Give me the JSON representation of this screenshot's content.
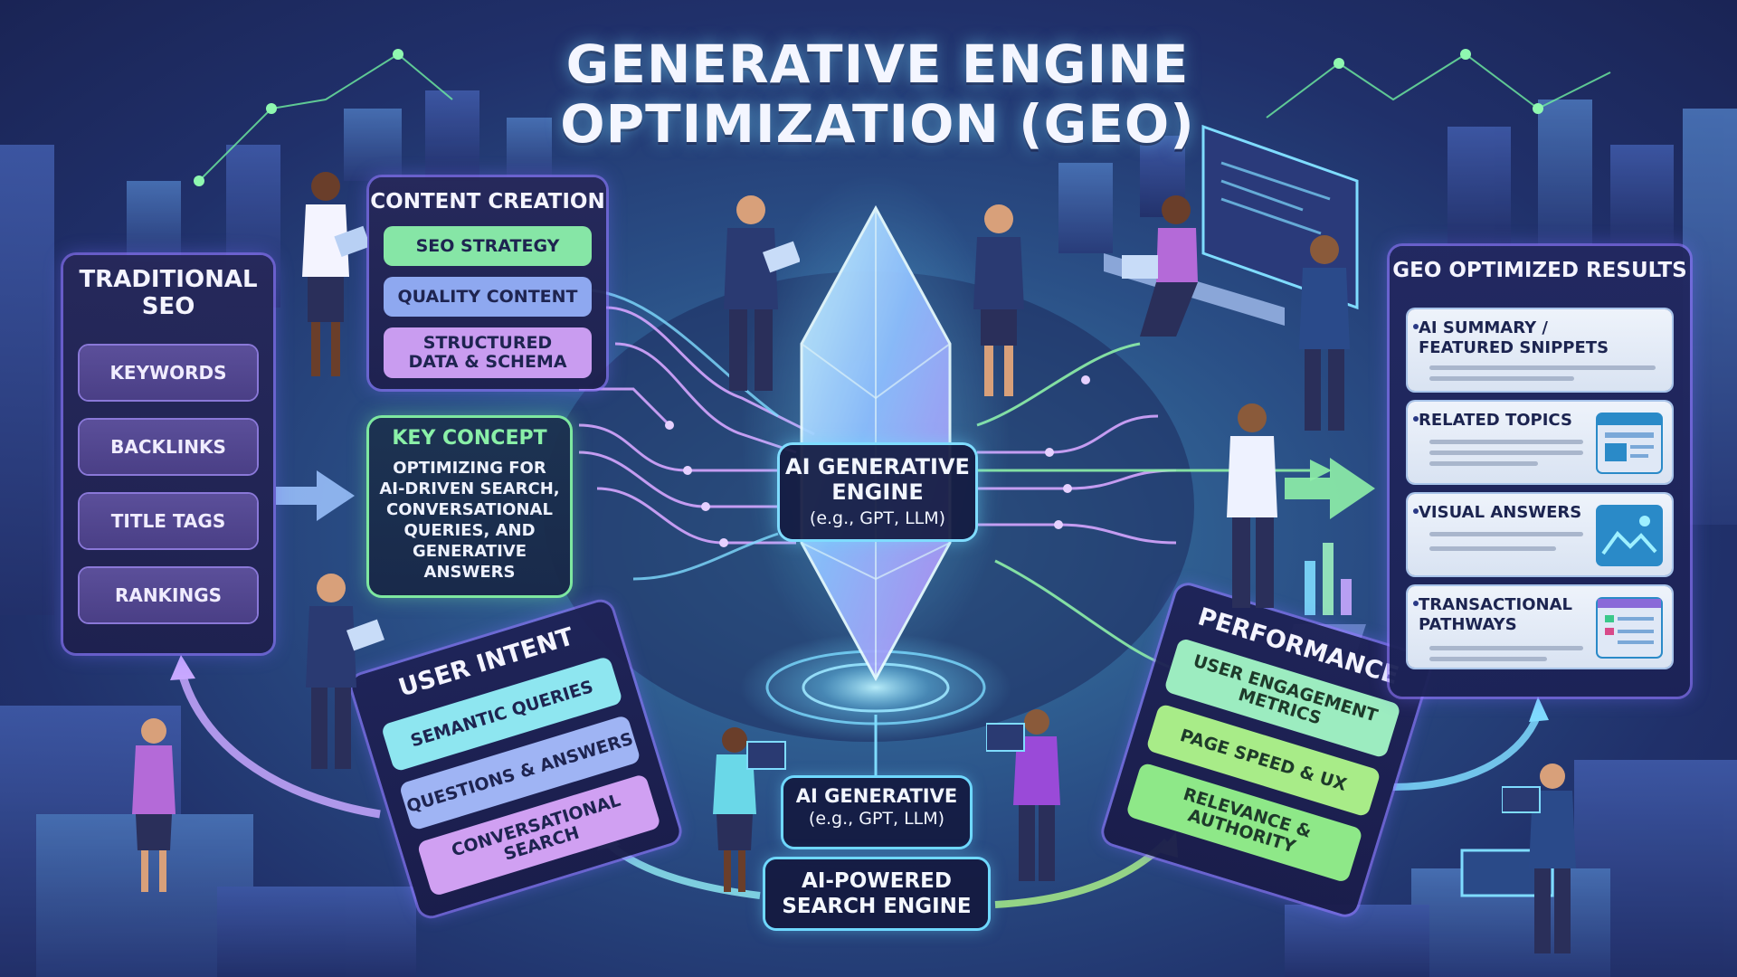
{
  "title": {
    "line1": "GENERATIVE ENGINE",
    "line2": "OPTIMIZATION (GEO)"
  },
  "traditional_seo": {
    "heading_line1": "TRADITIONAL",
    "heading_line2": "SEO",
    "items": [
      "KEYWORDS",
      "BACKLINKS",
      "TITLE TAGS",
      "RANKINGS"
    ]
  },
  "content_creation": {
    "heading": "CONTENT CREATION",
    "items": [
      {
        "label": "SEO STRATEGY",
        "color": "#86e6a6"
      },
      {
        "label": "QUALITY CONTENT",
        "color": "#8ea8f0"
      },
      {
        "label_line1": "STRUCTURED",
        "label_line2": "DATA & SCHEMA",
        "color": "#c99cf0"
      }
    ]
  },
  "key_concept": {
    "heading": "KEY CONCEPT",
    "lines": [
      "OPTIMIZING FOR",
      "AI-DRIVEN SEARCH,",
      "CONVERSATIONAL",
      "QUERIES, AND",
      "GENERATIVE",
      "ANSWERS"
    ]
  },
  "ai_engine": {
    "line1": "AI GENERATIVE",
    "line2": "ENGINE",
    "sub": "(e.g., GPT, LLM)"
  },
  "ai_generative_box": {
    "line1": "AI GENERATIVE",
    "sub": "(e.g., GPT, LLM)"
  },
  "ai_search": {
    "line1": "AI-POWERED",
    "line2": "SEARCH ENGINE"
  },
  "user_intent": {
    "heading": "USER INTENT",
    "items": [
      {
        "label": "SEMANTIC QUERIES",
        "color": "#8ee6f0"
      },
      {
        "label": "QUESTIONS & ANSWERS",
        "color": "#9fb4f4"
      },
      {
        "label_line1": "CONVERSATIONAL",
        "label_line2": "SEARCH",
        "color": "#d0a0f2"
      }
    ]
  },
  "performance": {
    "heading": "PERFORMANCE",
    "items": [
      {
        "label_line1": "USER ENGAGEMENT",
        "label_line2": "METRICS",
        "color": "#9cecc0"
      },
      {
        "label": "PAGE SPEED & UX",
        "color": "#a8ec88"
      },
      {
        "label_line1": "RELEVANCE &",
        "label_line2": "AUTHORITY",
        "color": "#8ee888"
      }
    ]
  },
  "geo_results": {
    "heading": "GEO OPTIMIZED RESULTS",
    "cards": [
      {
        "line1": "AI SUMMARY /",
        "line2": "FEATURED SNIPPETS"
      },
      {
        "line1": "RELATED TOPICS",
        "line2": ""
      },
      {
        "line1": "VISUAL ANSWERS",
        "line2": ""
      },
      {
        "line1": "TRANSACTIONAL",
        "line2": "PATHWAYS"
      }
    ]
  },
  "colors": {
    "accent_cyan": "#6fd8ff",
    "accent_green": "#7ee8a0",
    "accent_purple": "#9a7cff"
  }
}
